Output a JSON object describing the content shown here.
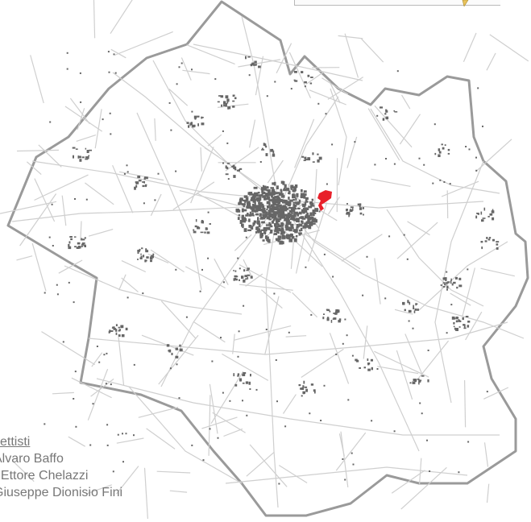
{
  "map": {
    "region_fill": "#ffffff",
    "border_color": "#9a9a9a",
    "road_color": "#cfcfcf",
    "settlement_color": "#666666",
    "highlight_color": "#e8202a",
    "top_marker_color": "#e8c25a"
  },
  "legend": {
    "title": "ettisti",
    "items": [
      "Alvaro Baffo",
      ". Ettore Chelazzi",
      "Giuseppe Dionisio Fini"
    ]
  }
}
